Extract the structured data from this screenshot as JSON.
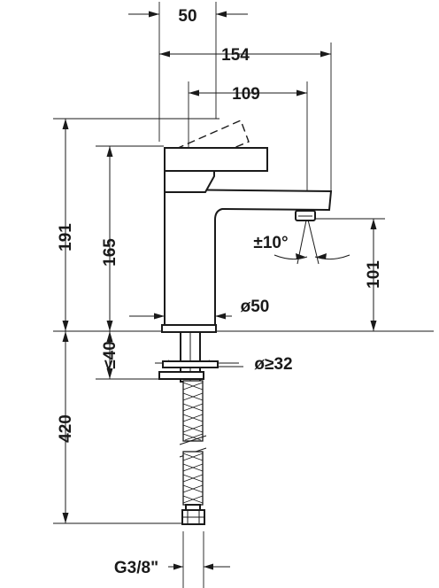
{
  "colors": {
    "line": "#1a1a1a",
    "background": "#ffffff"
  },
  "dimensions": {
    "top_offset": "50",
    "overall_depth": "154",
    "spout_reach": "109",
    "overall_height": "191",
    "body_height": "165",
    "tilt_angle": "±10°",
    "spout_height": "101",
    "body_diameter": "ø50",
    "max_countertop": "≤40",
    "hole_diameter": "ø≥32",
    "hose_length": "420",
    "connection_thread": "G3/8\""
  }
}
